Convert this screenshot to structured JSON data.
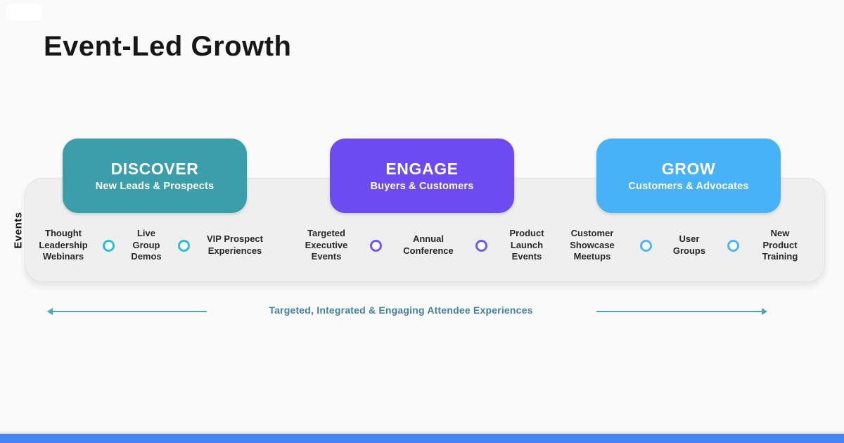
{
  "slide": {
    "title": "Event-Led Growth",
    "events_axis_label": "Events",
    "footer_arrow_text": "Targeted, Integrated & Engaging Attendee Experiences"
  },
  "stages": [
    {
      "title": "DISCOVER",
      "subtitle": "New Leads & Prospects",
      "box_color": "#3B9EA9",
      "ring_color": "#2BBFCE",
      "items": [
        "Thought Leadership Webinars",
        "Live Group Demos",
        "VIP Prospect Experiences"
      ]
    },
    {
      "title": "ENGAGE",
      "subtitle": "Buyers & Customers",
      "box_color": "#6C4BF1",
      "ring_color": "#7456F4",
      "items": [
        "Targeted Executive Events",
        "Annual Conference",
        "Product Launch Events"
      ]
    },
    {
      "title": "GROW",
      "subtitle": "Customers & Advocates",
      "box_color": "#47B2F5",
      "ring_color": "#4FB5F8",
      "items": [
        "Customer Showcase Meetups",
        "User Groups",
        "New Product Training"
      ]
    }
  ],
  "colors": {
    "background": "#FAFAFA",
    "band_background": "#EFEFEF",
    "band_border": "#E3E3E3",
    "title_text": "#171717",
    "item_text": "#282828",
    "footer_text": "#44819C",
    "arrow": "#4BA5BA",
    "bottom_bar": "#4285F4"
  }
}
